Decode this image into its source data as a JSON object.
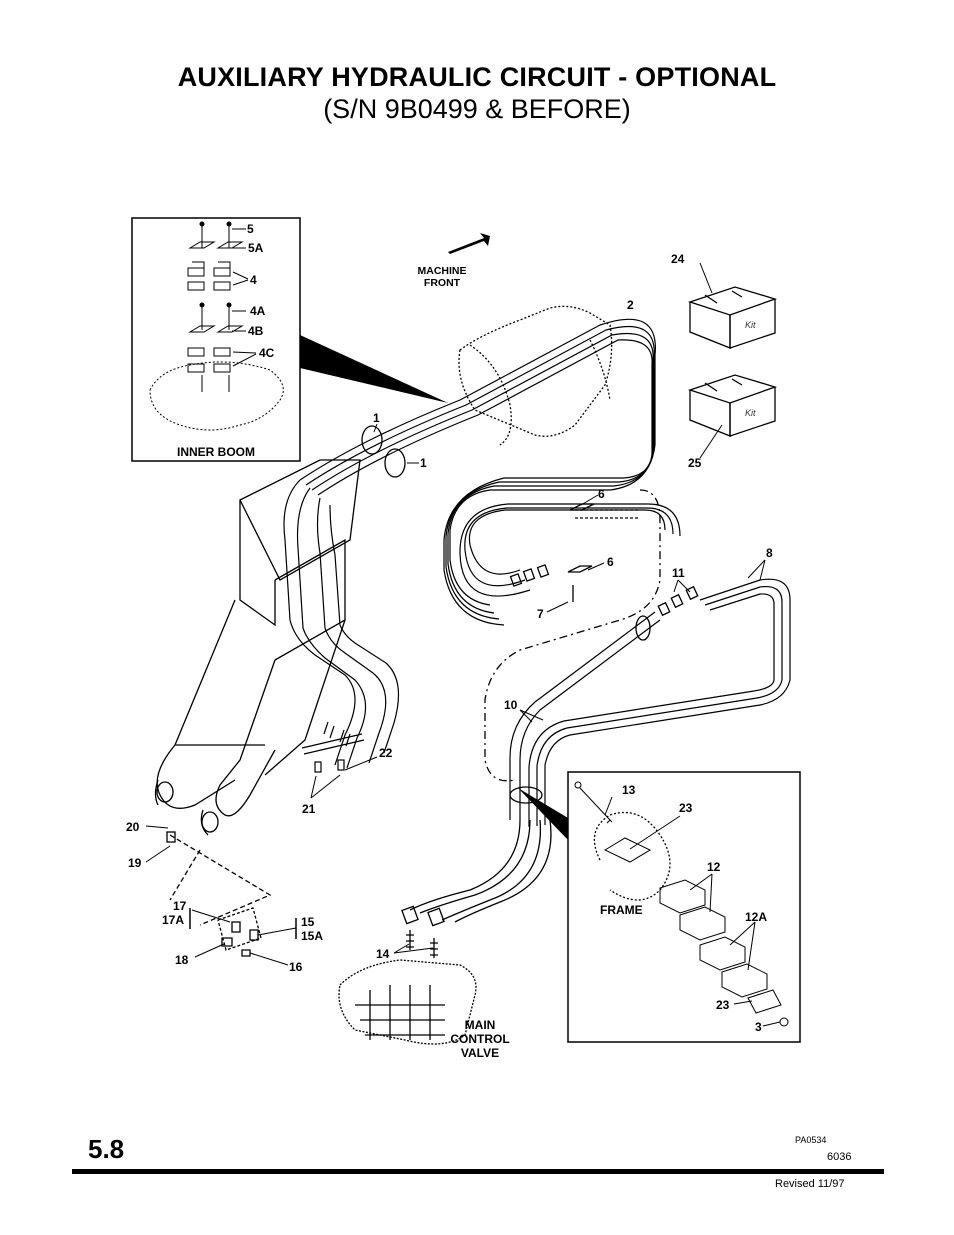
{
  "title": "AUXILIARY HYDRAULIC CIRCUIT - OPTIONAL",
  "subtitle": "(S/N 9B0499 & BEFORE)",
  "inset_inner_boom": {
    "caption": "INNER BOOM",
    "callouts": [
      "5",
      "5A",
      "4",
      "4A",
      "4B",
      "4C"
    ]
  },
  "inset_frame": {
    "caption": "FRAME",
    "callouts": [
      "13",
      "23",
      "12",
      "12A",
      "23",
      "3"
    ]
  },
  "machine_front": {
    "line1": "MACHINE",
    "line2": "FRONT"
  },
  "main_control_valve": {
    "line1": "MAIN",
    "line2": "CONTROL",
    "line3": "VALVE"
  },
  "kit_label": "Kit",
  "callouts": {
    "c24": "24",
    "c25": "25",
    "c2": "2",
    "c1a": "1",
    "c1b": "1",
    "c6a": "6",
    "c6b": "6",
    "c7": "7",
    "c8": "8",
    "c11": "11",
    "c10": "10",
    "c22": "22",
    "c21": "21",
    "c20": "20",
    "c19": "19",
    "c17": "17",
    "c17a": "17A",
    "c15": "15",
    "c15a": "15A",
    "c18": "18",
    "c16": "16",
    "c14": "14"
  },
  "footer": {
    "page_number": "5.8",
    "drawing_code": "PA0534",
    "doc_number": "6036",
    "revised": "Revised 11/97"
  }
}
